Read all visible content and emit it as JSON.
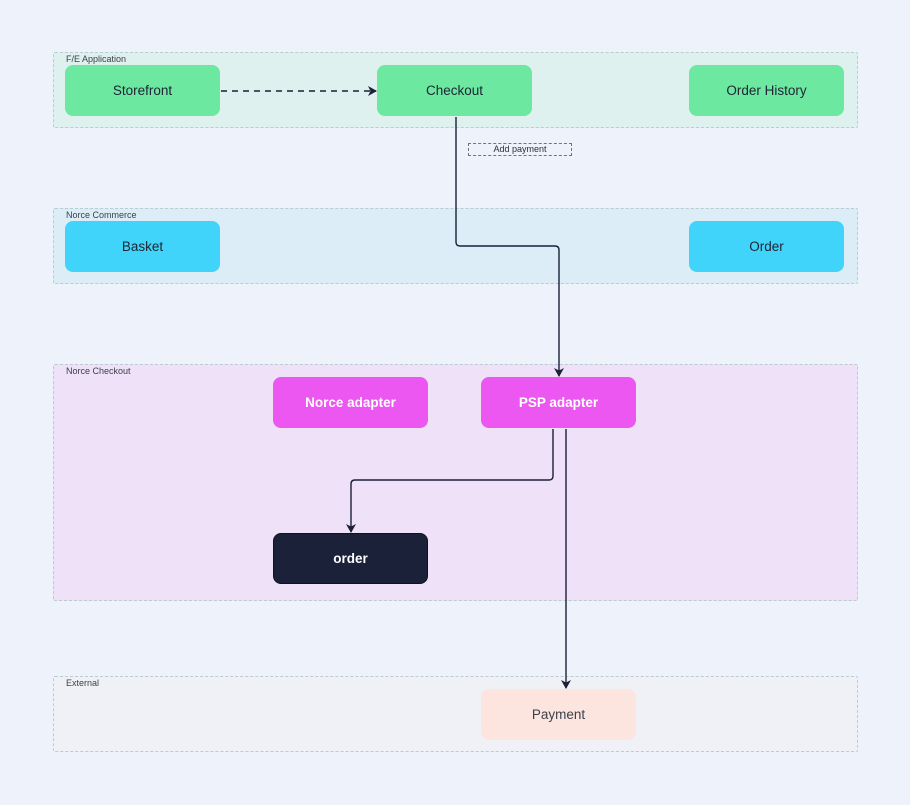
{
  "groups": {
    "fe": "F/E Application",
    "commerce": "Norce Commerce",
    "checkout": "Norce Checkout",
    "external": "External"
  },
  "nodes": {
    "storefront": "Storefront",
    "checkout": "Checkout",
    "order_history": "Order History",
    "basket": "Basket",
    "order": "Order",
    "norce_adapter": "Norce adapter",
    "psp_adapter": "PSP adapter",
    "order_lower": "order",
    "payment": "Payment"
  },
  "edges": {
    "add_payment": "Add payment"
  },
  "colors": {
    "fe_node": "#6de8a0",
    "commerce_node": "#40d4fa",
    "checkout_node": "#eb57f0",
    "dark_node": "#1a2138",
    "external_node": "#fde5df",
    "edge": "#1a2138"
  }
}
